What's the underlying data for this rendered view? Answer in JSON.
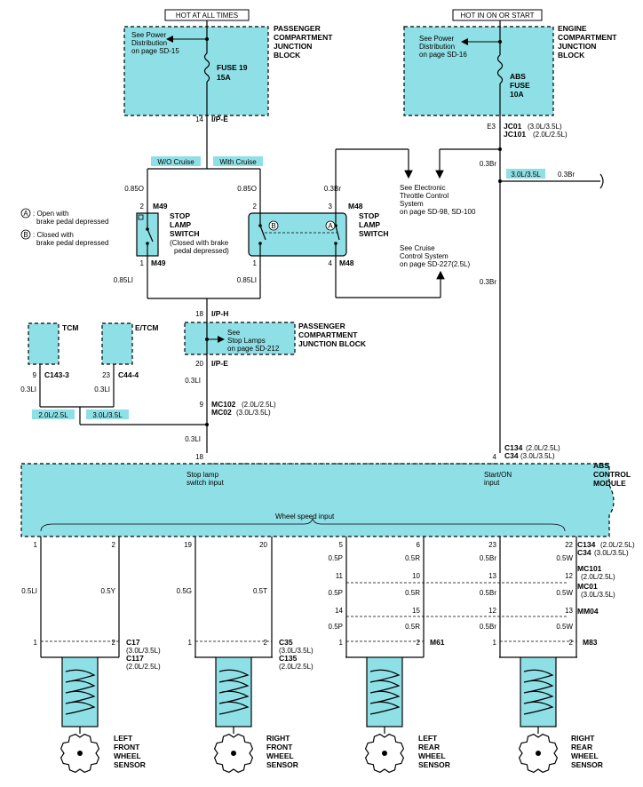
{
  "colors": {
    "cyan": "#8fe0e6",
    "wire": "#000000"
  },
  "header": {
    "hot_always": "HOT AT ALL TIMES",
    "hot_run": "HOT IN ON OR START"
  },
  "pcjb1": {
    "title1": "PASSENGER",
    "title2": "COMPARTMENT",
    "title3": "JUNCTION",
    "title4": "BLOCK",
    "see1": "See Power",
    "see2": "Distribution",
    "see3": "on page SD-15",
    "fuse": "FUSE  19",
    "fuse_amp": "15A",
    "pin": "14",
    "conn": "I/P-E"
  },
  "ecjb": {
    "title1": "ENGINE",
    "title2": "COMPARTMENT",
    "title3": "JUNCTION",
    "title4": "BLOCK",
    "see1": "See Power",
    "see2": "Distribution",
    "see3": "on page SD-16",
    "fuse1": "ABS",
    "fuse2": "FUSE",
    "fuse3": "10A",
    "pin": "E3",
    "conn1": "JC01",
    "conn1_sub": "(3.0L/3.5L)",
    "conn2": "JC101",
    "conn2_sub": "(2.0L/2.5L)"
  },
  "cruise": {
    "wo": "W/O Cruise",
    "with": "With Cruise"
  },
  "legend": {
    "a_sym": "A",
    "a_line1": ": Open with",
    "a_line2": "brake pedal depressed",
    "b_sym": "B",
    "b_line1": ": Closed with",
    "b_line2": "brake pedal depressed"
  },
  "m49": {
    "wire_top": "0.85O",
    "pin_top": "2",
    "conn": "M49",
    "title1": "STOP",
    "title2": "LAMP",
    "title3": "SWITCH",
    "note1": "(Closed with brake",
    "note2": "pedal depressed)",
    "pin_bot": "1",
    "conn_bot": "M49",
    "wire_bot": "0.85LI"
  },
  "m48": {
    "wire_top1": "0.85O",
    "wire_top2": "0.3Br",
    "pin_top1": "2",
    "pin_top2": "3",
    "conn": "M48",
    "title1": "STOP",
    "title2": "LAMP",
    "title3": "SWITCH",
    "sw_b": "B",
    "sw_a": "A",
    "pin_bot1": "1",
    "pin_bot2": "4",
    "conn_bot": "M48",
    "wire_bot": "0.85LI"
  },
  "etc": {
    "line1": "See Electronic",
    "line2": "Throttle Control",
    "line3": "System",
    "line4": "on page SD-98, SD-100"
  },
  "ccs": {
    "line1": "See Cruise",
    "line2": "Control System",
    "line3": "on page SD-227(2.5L)"
  },
  "right_branch": {
    "wire1": "0.3Br",
    "tag": "3.0L/3.5L",
    "wire2": "0.3Br",
    "wire3": "0.3Br"
  },
  "tcm": {
    "name": "TCM",
    "pin": "9",
    "conn": "C143-3",
    "wire": "0.3LI",
    "tag": "2.0L/2.5L"
  },
  "etcm": {
    "name": "E/TCM",
    "pin": "23",
    "conn": "C44-4",
    "wire": "0.3LI",
    "tag": "3.0L/3.5L"
  },
  "pcjb2": {
    "pin_top": "18",
    "conn_top": "I/P-H",
    "see1": "See",
    "see2": "Stop Lamps",
    "see3": "on page SD-212",
    "title1": "PASSENGER",
    "title2": "COMPARTMENT",
    "title3": "JUNCTION  BLOCK",
    "pin_bot": "20",
    "conn_bot": "I/P-E",
    "wire": "0.3LI"
  },
  "mc": {
    "pin": "9",
    "conn1": "MC102",
    "conn1_sub": "(2.0L/2.5L)",
    "conn2": "MC02",
    "conn2_sub": "(3.0L/3.5L)",
    "wire": "0.3LI"
  },
  "abs": {
    "pin_stop": "18",
    "pin_start": "4",
    "c134": "C134",
    "c134_sub": "(2.0L/2.5L)",
    "c34": "C34",
    "c34_sub": "(3.0L/3.5L)",
    "stop1": "Stop lamp",
    "stop2": "switch input",
    "start1": "Start/ON",
    "start2": "input",
    "wheel": "Wheel speed input",
    "title1": "ABS",
    "title2": "CONTROL",
    "title3": "MODULE"
  },
  "bottom_pins": [
    "1",
    "2",
    "19",
    "20",
    "5",
    "6",
    "23",
    "22"
  ],
  "bottom_conn": {
    "c134": "C134",
    "c134_sub": "(2.0L/2.5L)",
    "c34": "C34",
    "c34_sub": "(3.0L/3.5L)",
    "mc101": "MC101",
    "mc101_sub": "(2.0L/2.5L)",
    "mc01": "MC01",
    "mc01_sub": "(3.0L/3.5L)",
    "mm04": "MM04"
  },
  "bottom_wires": [
    "0.5LI",
    "0.5Y",
    "0.5G",
    "0.5T",
    "0.5P",
    "0.5R",
    "0.5Br",
    "0.5W"
  ],
  "rear_mid": {
    "pins_a": [
      "11",
      "10",
      "13",
      "12"
    ],
    "wires_b": [
      "0.5P",
      "0.5R",
      "0.5Br",
      "0.5W"
    ],
    "pins_c": [
      "14",
      "15",
      "12",
      "13"
    ],
    "wires_d": [
      "0.5P",
      "0.5R",
      "0.5Br",
      "0.5W"
    ]
  },
  "sensor_pins": [
    "1",
    "2",
    "1",
    "2",
    "1",
    "2",
    "1",
    "2"
  ],
  "lf": {
    "c1": "C17",
    "c1_sub": "(3.0L/3.5L)",
    "c2": "C117",
    "c2_sub": "(2.0L/2.5L)",
    "n1": "LEFT",
    "n2": "FRONT",
    "n3": "WHEEL",
    "n4": "SENSOR"
  },
  "rf": {
    "c1": "C35",
    "c1_sub": "(3.0L/3.5L)",
    "c2": "C135",
    "c2_sub": "(2.0L/2.5L)",
    "n1": "RIGHT",
    "n2": "FRONT",
    "n3": "WHEEL",
    "n4": "SENSOR"
  },
  "lr": {
    "c": "M61",
    "n1": "LEFT",
    "n2": "REAR",
    "n3": "WHEEL",
    "n4": "SENSOR"
  },
  "rr": {
    "c": "M83",
    "n1": "RIGHT",
    "n2": "REAR",
    "n3": "WHEEL",
    "n4": "SENSOR"
  }
}
